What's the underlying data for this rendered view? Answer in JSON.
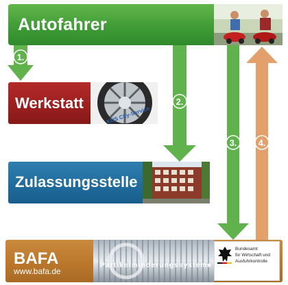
{
  "boxes": {
    "autofahrer": "Autofahrer",
    "werkstatt": "Werkstatt",
    "zulassungsstelle": "Zulassungsstelle",
    "bafa": "BAFA",
    "bafa_url": "www.bafa.de"
  },
  "werkstatt_photo_text": "KÜS City-Service",
  "bafa_photo_text": "Partikelminderungssysteme",
  "bafa_logo_lines": [
    "Bundesamt",
    "für Wirtschaft und",
    "Ausfuhrkontrolle"
  ],
  "steps": [
    "1.",
    "2.",
    "3.",
    "4."
  ],
  "colors": {
    "green": "#4aa63c",
    "red": "#9a1f1f",
    "blue": "#1f6b9c",
    "orange": "#c07e34",
    "arrow_green": "#5fb24c",
    "arrow_orange": "#e3a06a"
  }
}
